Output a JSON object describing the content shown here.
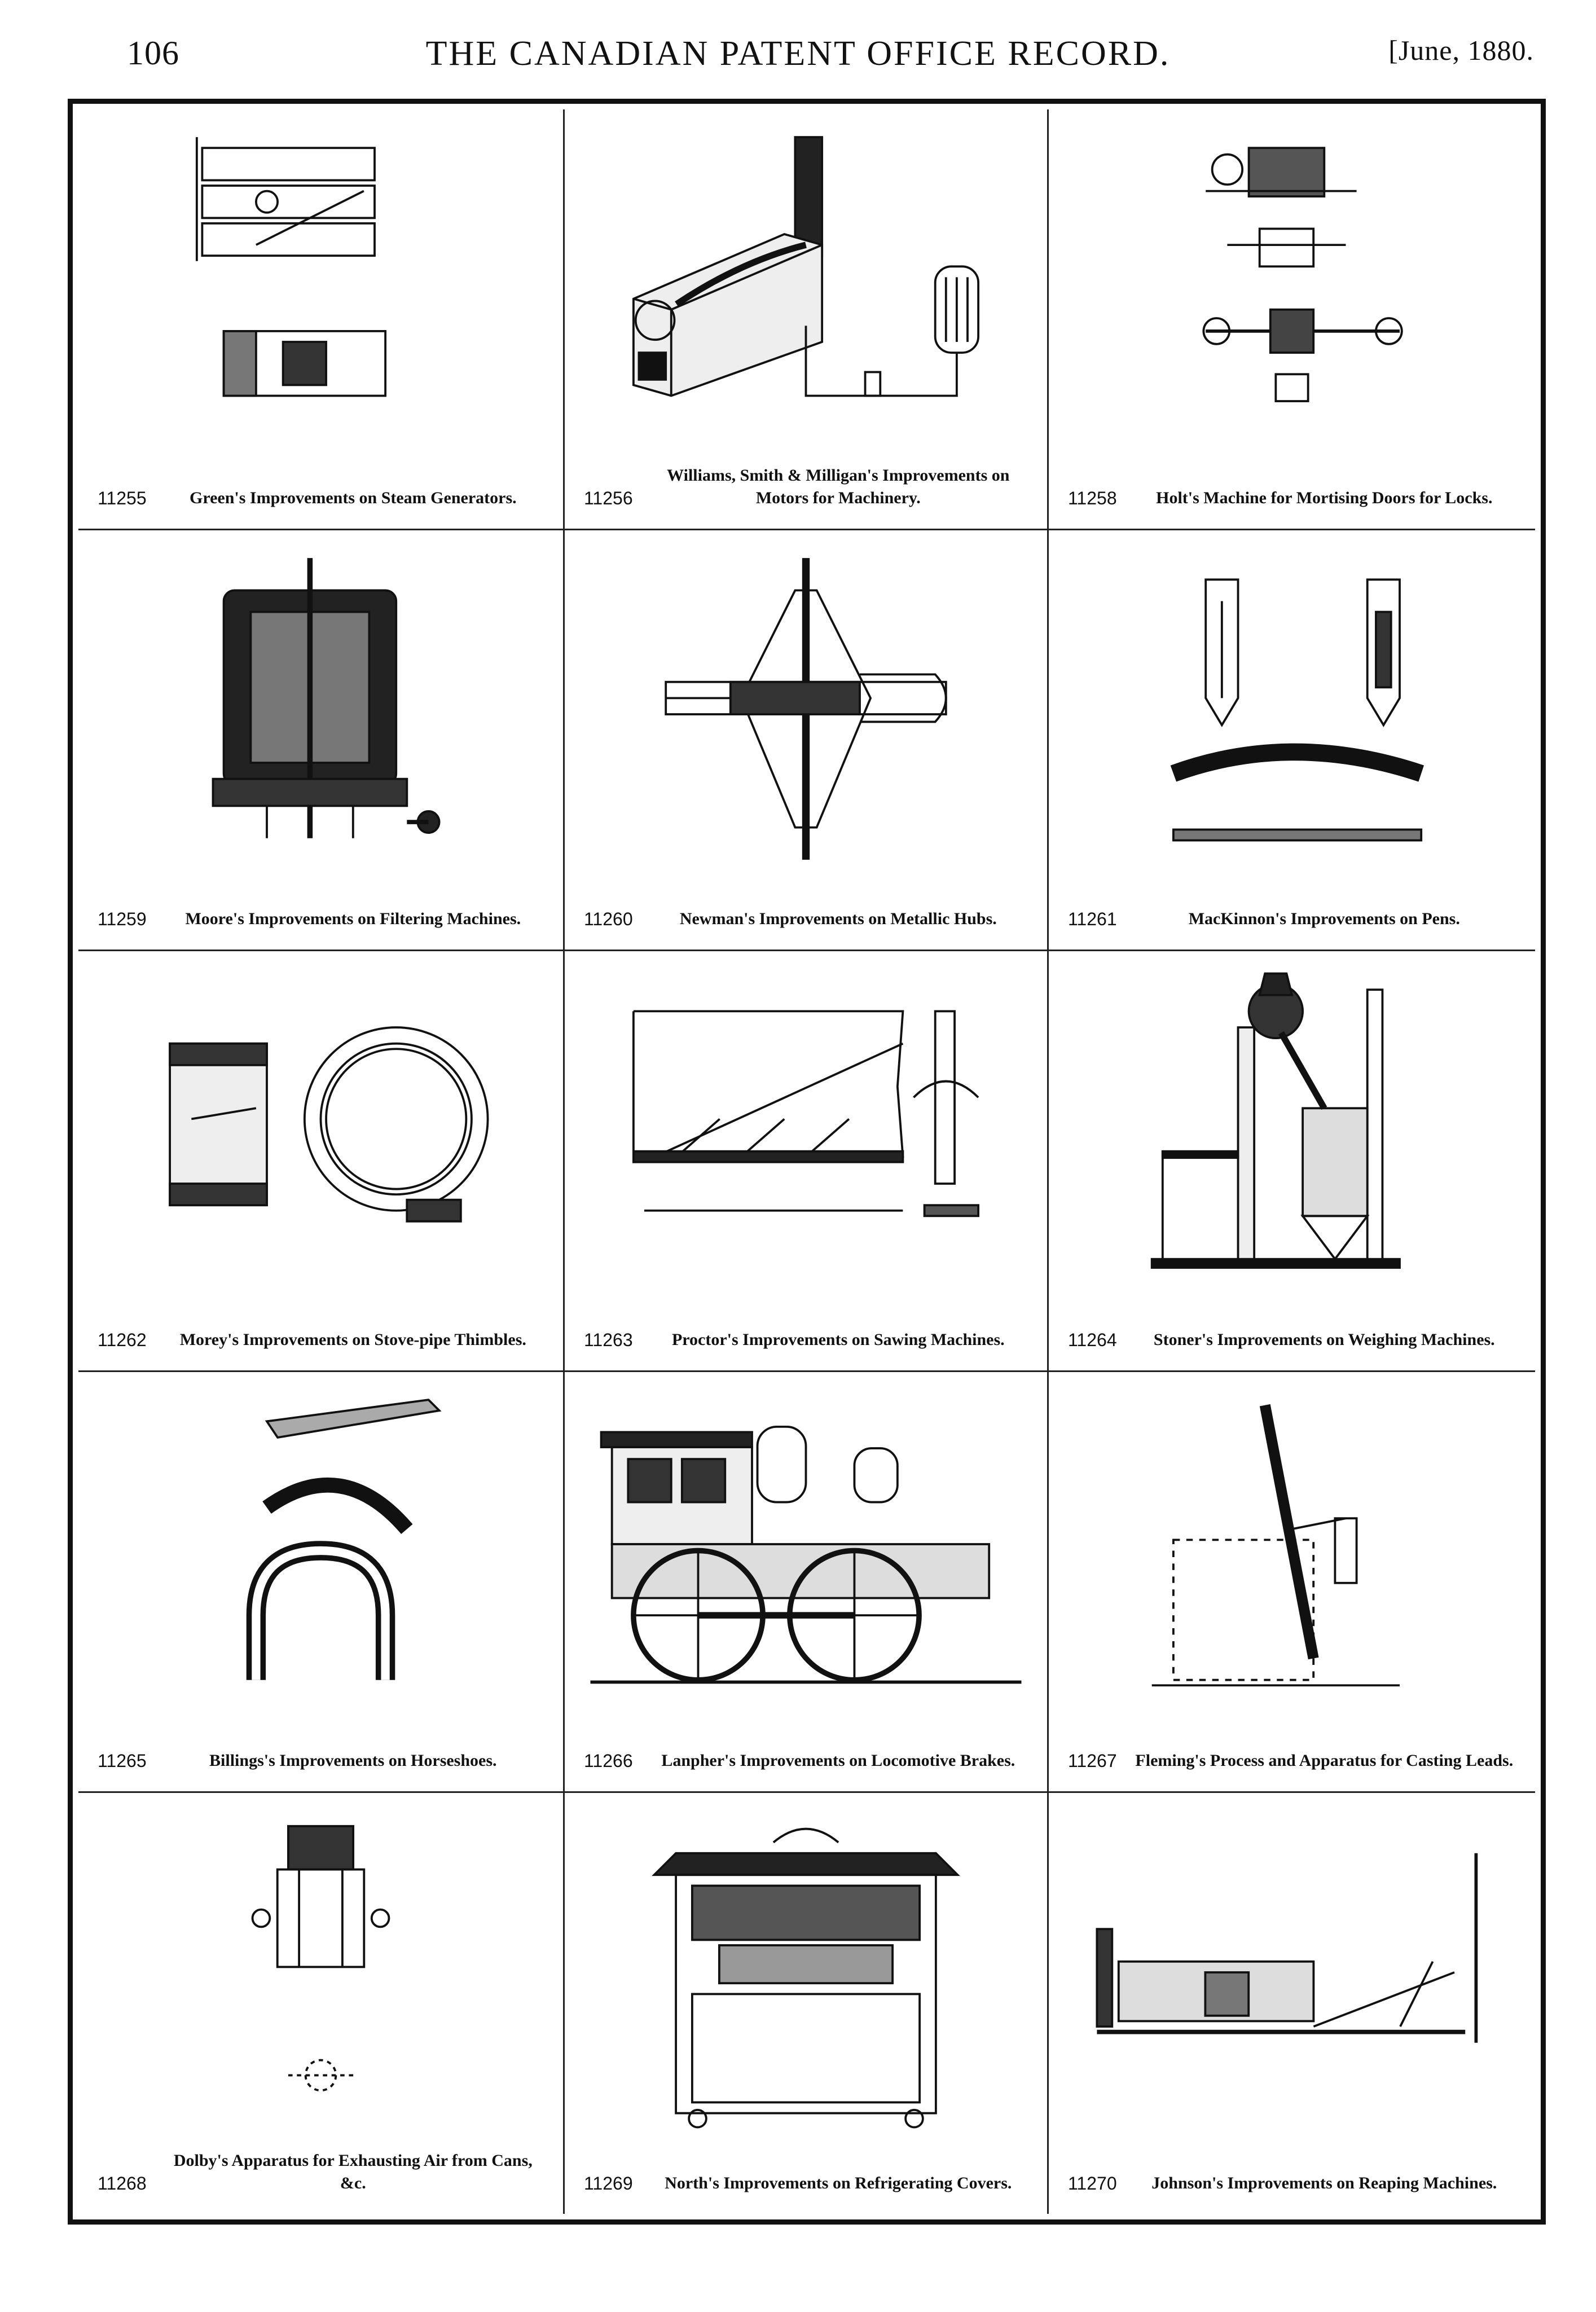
{
  "header": {
    "page_number": "106",
    "title": "THE CANADIAN PATENT OFFICE RECORD.",
    "date": "[June, 1880."
  },
  "patents": [
    {
      "number": "11255",
      "caption": "Green's Improvements on Steam Generators."
    },
    {
      "number": "11256",
      "caption": "Williams, Smith & Milligan's Improvements on Motors for Machinery."
    },
    {
      "number": "11258",
      "caption": "Holt's Machine for Mortising Doors for Locks."
    },
    {
      "number": "11259",
      "caption": "Moore's Improvements on Filtering Machines."
    },
    {
      "number": "11260",
      "caption": "Newman's Improvements on Metallic Hubs."
    },
    {
      "number": "11261",
      "caption": "MacKinnon's Improvements on Pens."
    },
    {
      "number": "11262",
      "caption": "Morey's Improvements on Stove-pipe Thimbles."
    },
    {
      "number": "11263",
      "caption": "Proctor's Improvements on Sawing Machines."
    },
    {
      "number": "11264",
      "caption": "Stoner's Improvements on Weighing Machines."
    },
    {
      "number": "11265",
      "caption": "Billings's Improvements on Horseshoes."
    },
    {
      "number": "11266",
      "caption": "Lanpher's Improvements on Locomotive Brakes."
    },
    {
      "number": "11267",
      "caption": "Fleming's Process and Apparatus for Casting Leads."
    },
    {
      "number": "11268",
      "caption": "Dolby's Apparatus for Exhausting Air from Cans, &c."
    },
    {
      "number": "11269",
      "caption": "North's Improvements on Refrigerating Covers."
    },
    {
      "number": "11270",
      "caption": "Johnson's Improvements on Reaping Machines."
    }
  ]
}
